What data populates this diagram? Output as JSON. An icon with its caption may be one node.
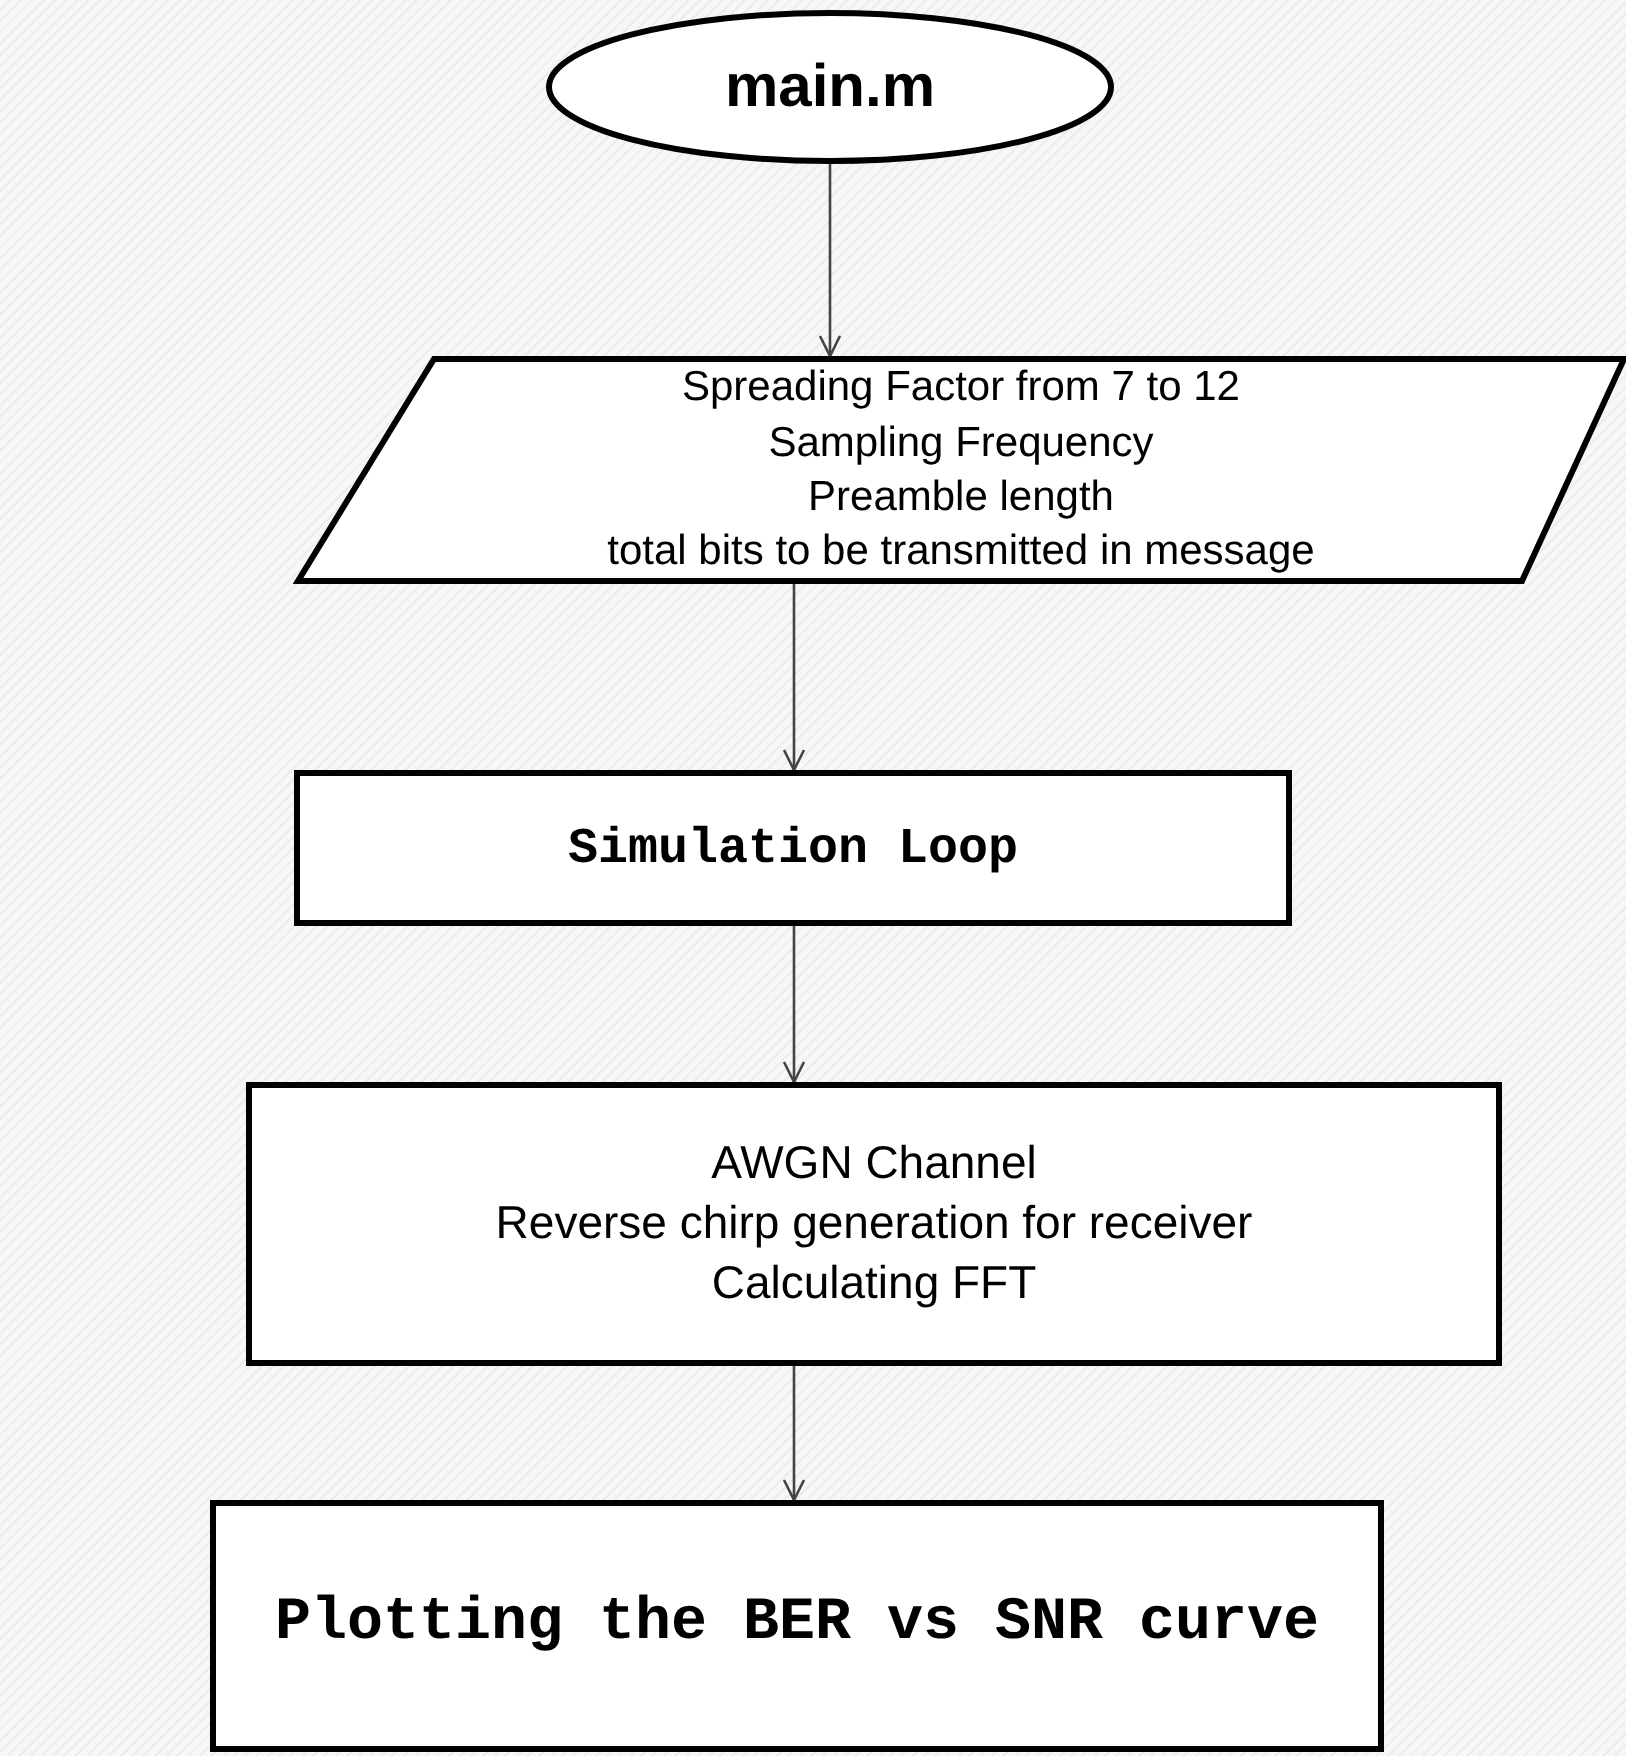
{
  "diagram": {
    "nodes": [
      {
        "text": [
          "main.m"
        ]
      },
      {
        "text": [
          "Spreading Factor from 7 to 12",
          "Sampling Frequency",
          "Preamble length",
          "total bits to be transmitted in message"
        ]
      },
      {
        "text": [
          "Simulation Loop"
        ]
      },
      {
        "text": [
          "AWGN Channel",
          "Reverse chirp generation for receiver",
          "Calculating FFT"
        ]
      },
      {
        "text": [
          "Plotting the BER vs SNR curve"
        ]
      }
    ],
    "edges": [
      {
        "from": 0,
        "to": 1,
        "arrow": "to"
      },
      {
        "from": 1,
        "to": 2,
        "arrow": "to"
      },
      {
        "from": 2,
        "to": 3,
        "arrow": "to"
      },
      {
        "from": 3,
        "to": 4,
        "arrow": "to"
      }
    ]
  }
}
